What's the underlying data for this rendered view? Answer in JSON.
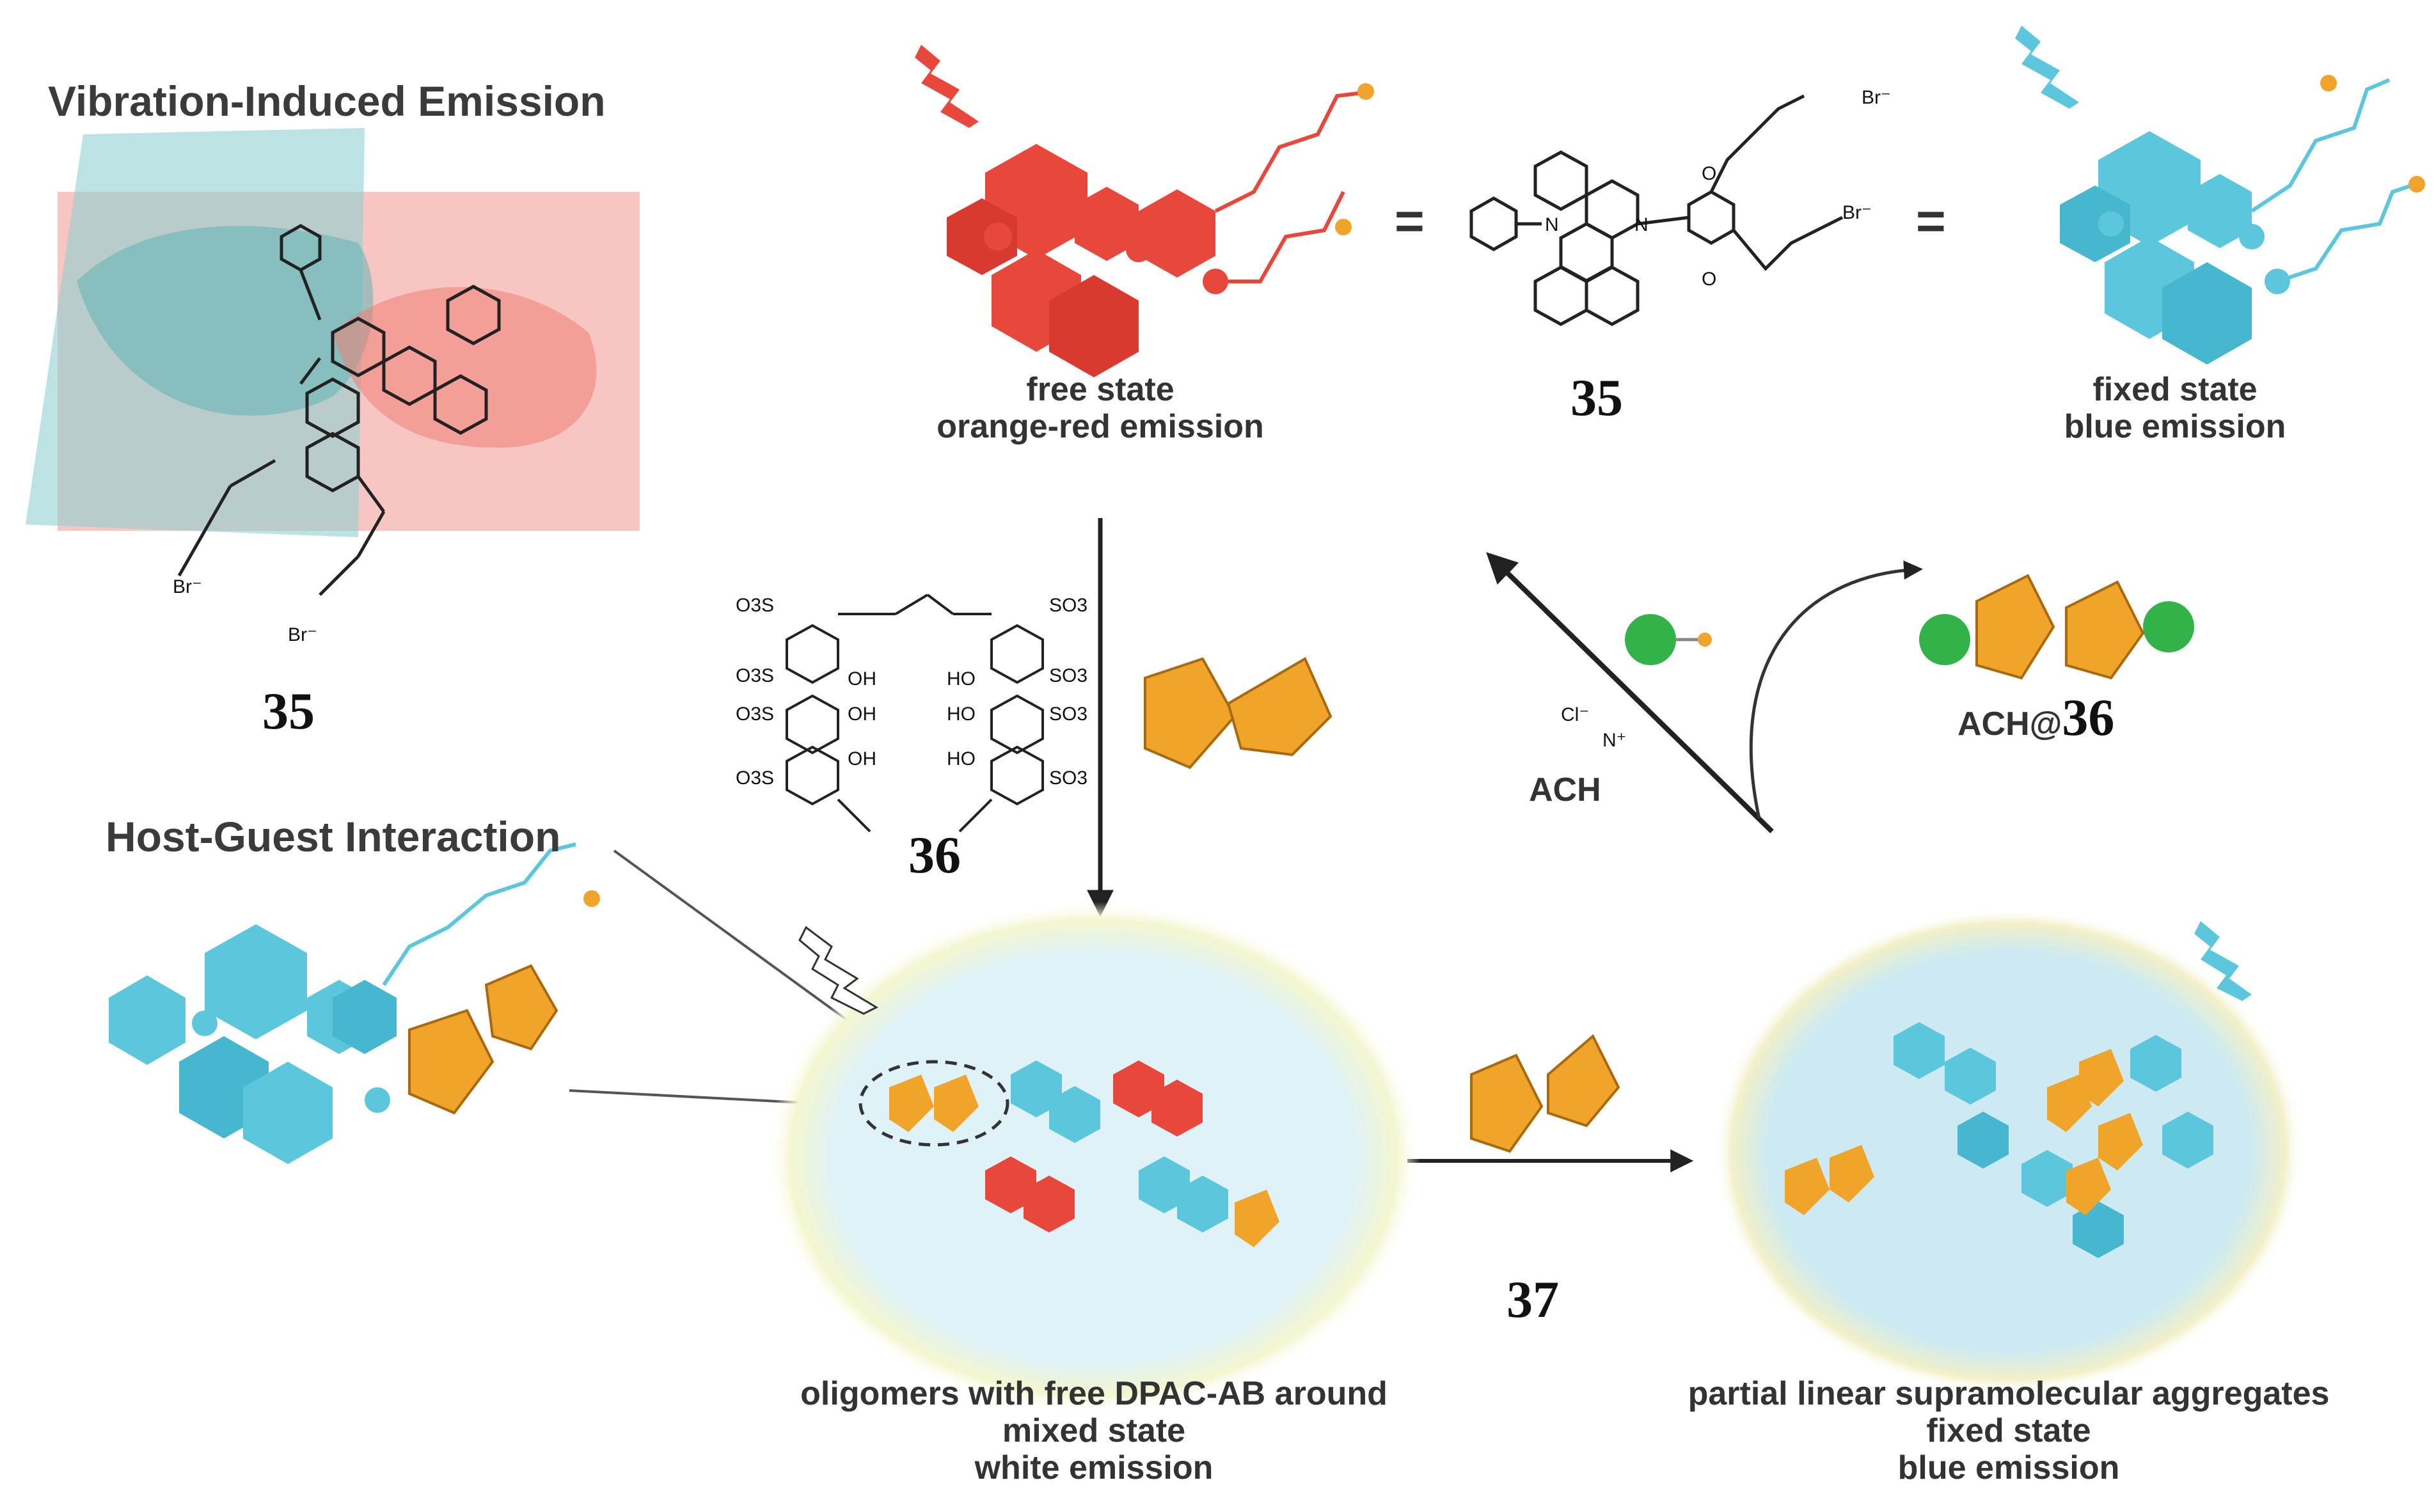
{
  "headings": {
    "vie": "Vibration-Induced Emission",
    "hgi": "Host-Guest Interaction"
  },
  "states": {
    "free": {
      "line1": "free state",
      "line2": "orange-red emission"
    },
    "fixed": {
      "line1": "fixed state",
      "line2": "blue emission"
    },
    "mixed": {
      "line1": "oligomers with free DPAC-AB around",
      "line2": "mixed state",
      "line3": "white emission"
    },
    "aggregate": {
      "line1": "partial linear supramolecular aggregates",
      "line2": "fixed state",
      "line3": "blue emission"
    }
  },
  "compounds": {
    "c35_left": "35",
    "c35_center": "35",
    "c36": "36",
    "c37": "37",
    "ach": "ACH",
    "complex_prefix": "ACH@",
    "complex_num": "36"
  },
  "structure_labels": {
    "so3_left": [
      "O3S",
      "O3S",
      "O3S",
      "O3S"
    ],
    "so3_right": [
      "SO3",
      "SO3",
      "SO3",
      "SO3"
    ],
    "oh_left": [
      "OH",
      "OH",
      "OH"
    ],
    "oh_right": [
      "HO",
      "HO",
      "HO"
    ],
    "ach_cl": "Cl⁻",
    "ach_n": "N⁺",
    "br": "Br⁻",
    "n": "N",
    "o": "O"
  },
  "symbols": {
    "equals": "="
  },
  "colors": {
    "red": "#e8483c",
    "blue": "#5cc6dc",
    "orange": "#f0a42a",
    "green": "#34b24a",
    "ellipse": "#d6eef5"
  }
}
